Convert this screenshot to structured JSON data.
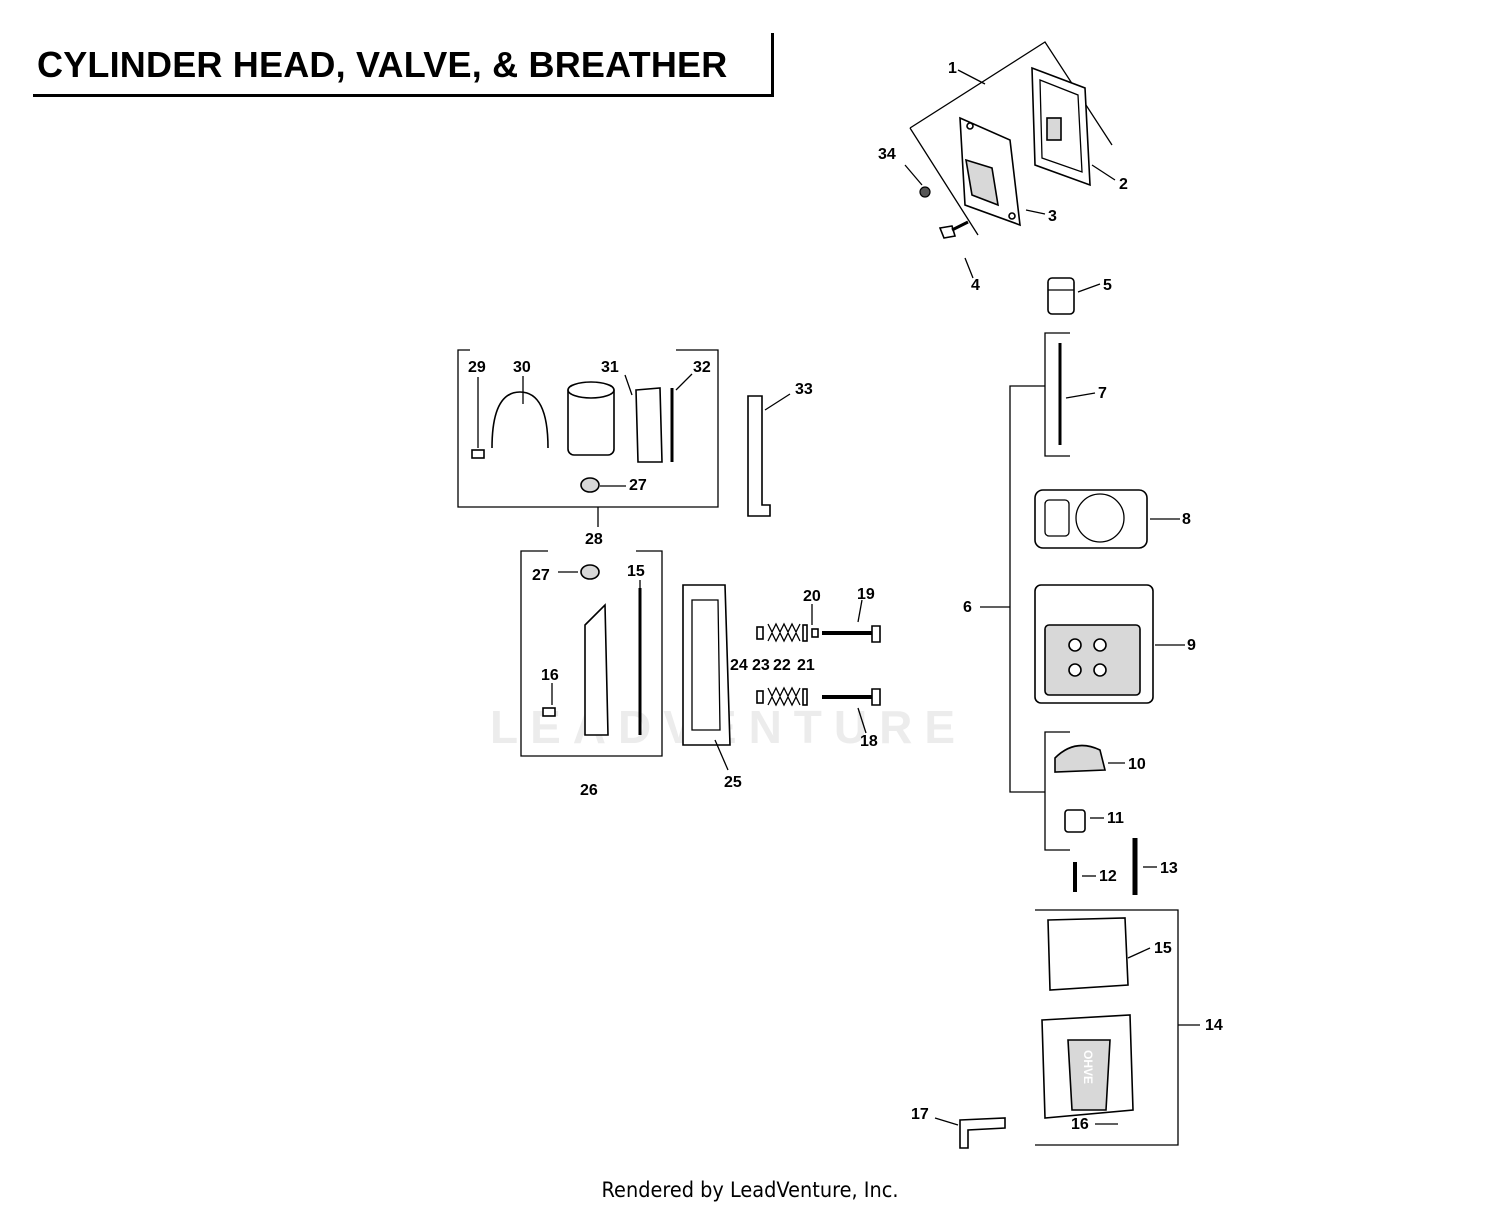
{
  "title": "CYLINDER HEAD, VALVE, & BREATHER",
  "footer": "Rendered by LeadVenture, Inc.",
  "watermark": "LEADVENTURE",
  "callouts": [
    "1",
    "2",
    "3",
    "4",
    "5",
    "6",
    "7",
    "8",
    "9",
    "10",
    "11",
    "12",
    "13",
    "14",
    "15",
    "16",
    "17",
    "18",
    "19",
    "20",
    "21",
    "22",
    "23",
    "24",
    "25",
    "26",
    "27",
    "28",
    "29",
    "30",
    "31",
    "32",
    "33",
    "34",
    "27",
    "15",
    "16"
  ],
  "cover_logo": "OHVE"
}
